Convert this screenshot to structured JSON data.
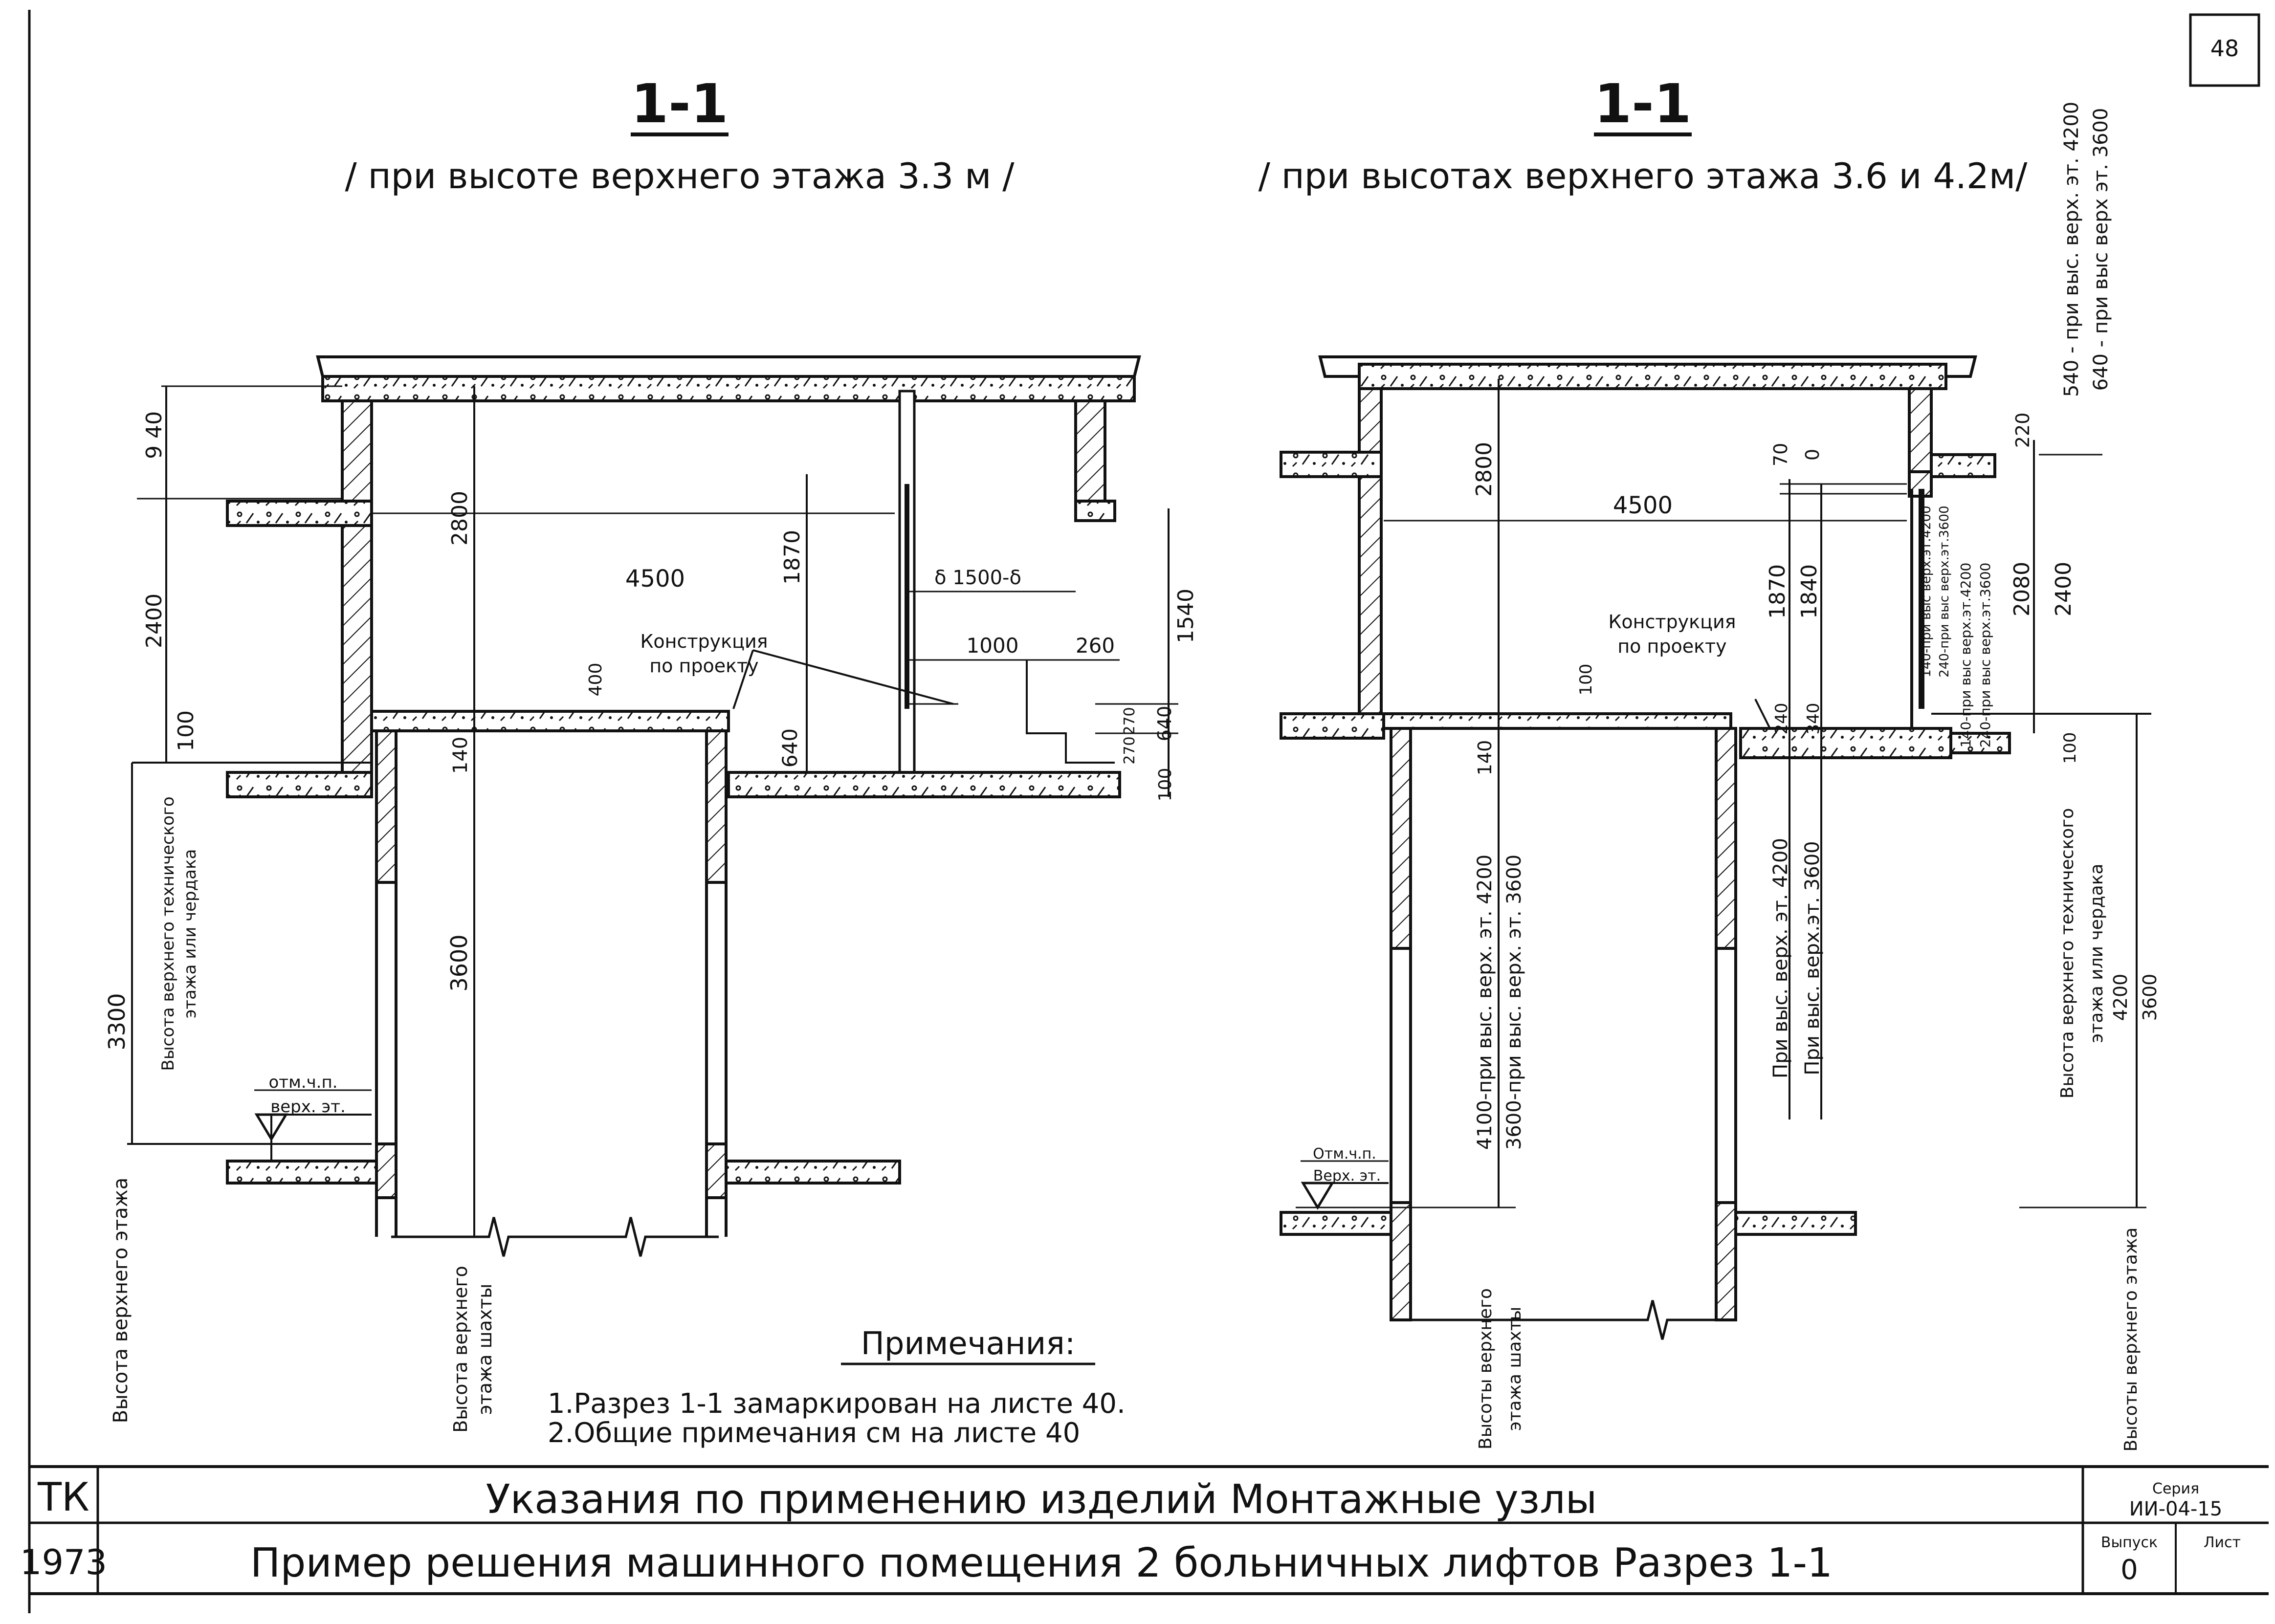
{
  "sheet_number": "48",
  "left_section": {
    "label": "1-1",
    "subtitle": "/ при высоте верхнего этажа 3.3 м /",
    "dims": {
      "d940": "9 40",
      "d2400": "2400",
      "d100": "100",
      "d3300": "3300",
      "d2800": "2800",
      "d4500": "4500",
      "d1870": "1870",
      "d1500": "δ  1500-δ",
      "d1000": "1000",
      "d260": "260",
      "d1540": "1540",
      "d400": "400",
      "d640a": "640",
      "d140": "140",
      "d3600": "3600",
      "d270a": "270",
      "d270b": "270",
      "d640b": "640",
      "d100b": "100"
    },
    "construction_note": [
      "Конструкция",
      "по проекту"
    ],
    "mark_label": [
      "отм.ч.п.",
      "верх. эт."
    ],
    "vert_height_tech": [
      "Высота верхнего технического",
      "этажа или чердака"
    ],
    "vert_height_top": "Высота верхнего этажа",
    "vert_height_shaft": [
      "Высота верхнего",
      "этажа шахты"
    ]
  },
  "right_section": {
    "label": "1-1",
    "subtitle": "/ при высотах верхнего этажа 3.6 и 4.2м/",
    "dims": {
      "d2800": "2800",
      "d4500": "4500",
      "d70": "70",
      "d0": "0",
      "d1870": "1870",
      "d1840": "1840",
      "d2080": "2080",
      "d2400": "2400",
      "d220": "220",
      "d100": "100",
      "d140": "140",
      "d240": "240",
      "d340": "340",
      "d100b": "100",
      "d140v": "140-при выс верх.эт.4200",
      "d240v": "240-при выс верх.эт.3600",
      "d140v2": "140-при выс верх.эт.4200",
      "d240v2": "240-при выс верх.эт.3600"
    },
    "top_notes": [
      "540 - при выс. верх. эт. 4200",
      "640 - при выс верх эт. 3600"
    ],
    "construction_note": [
      "Конструкция",
      "по проекту"
    ],
    "mark_label": [
      "Отм.ч.п.",
      "Верх. эт."
    ],
    "vert_left": [
      "4100-при выс. верх. эт. 4200",
      "3600-при выс. верх. эт. 3600"
    ],
    "vert_mid": [
      "При выс. верх. эт. 4200",
      "При выс. верх.эт. 3600"
    ],
    "vert_tech": [
      "Высота верхнего технического",
      "этажа или чердака"
    ],
    "vert_tech_vals": [
      "4200",
      "3600"
    ],
    "vert_shaft": [
      "Высоты верхнего",
      "этажа шахты"
    ],
    "vert_top": "Высоты верхнего этажа"
  },
  "notes": {
    "title": "Примечания:",
    "items": [
      "1.Разрез 1-1 замаркирован на листе 40.",
      "2.Общие примечания см на листе 40"
    ]
  },
  "title_block": {
    "org": "ТК",
    "year": "1973",
    "line1": "Указания по применению изделий Монтажные узлы",
    "line2": "Пример решения машинного помещения 2 больничных лифтов Разрез 1-1",
    "series_label": "Серия",
    "series_value": "ИИ-04-15",
    "issue_label": "Выпуск",
    "issue_value": "0",
    "sheet_label": "Лист"
  }
}
